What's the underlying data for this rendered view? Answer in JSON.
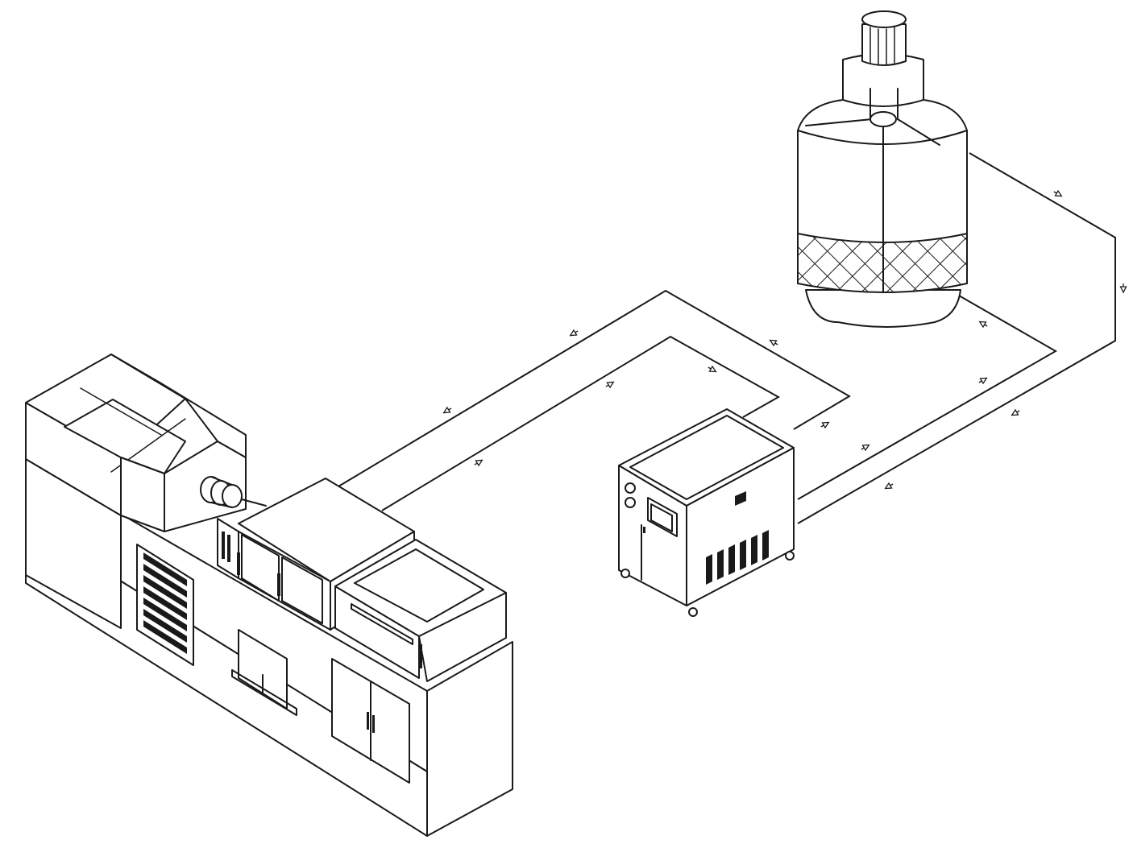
{
  "colors": {
    "background": "#ffffff",
    "line": "#1a1a1a"
  },
  "components": [
    {
      "id": "injection-molding-machine",
      "icon": "injection-molding-machine-icon"
    },
    {
      "id": "water-chiller",
      "icon": "water-chiller-icon"
    },
    {
      "id": "cooling-tower",
      "icon": "cooling-tower-icon"
    }
  ],
  "pipes": [
    {
      "id": "machine-chiller-outer-loop"
    },
    {
      "id": "machine-chiller-inner-loop"
    },
    {
      "id": "chiller-tower-outer-loop"
    },
    {
      "id": "chiller-tower-inner-loop"
    }
  ]
}
